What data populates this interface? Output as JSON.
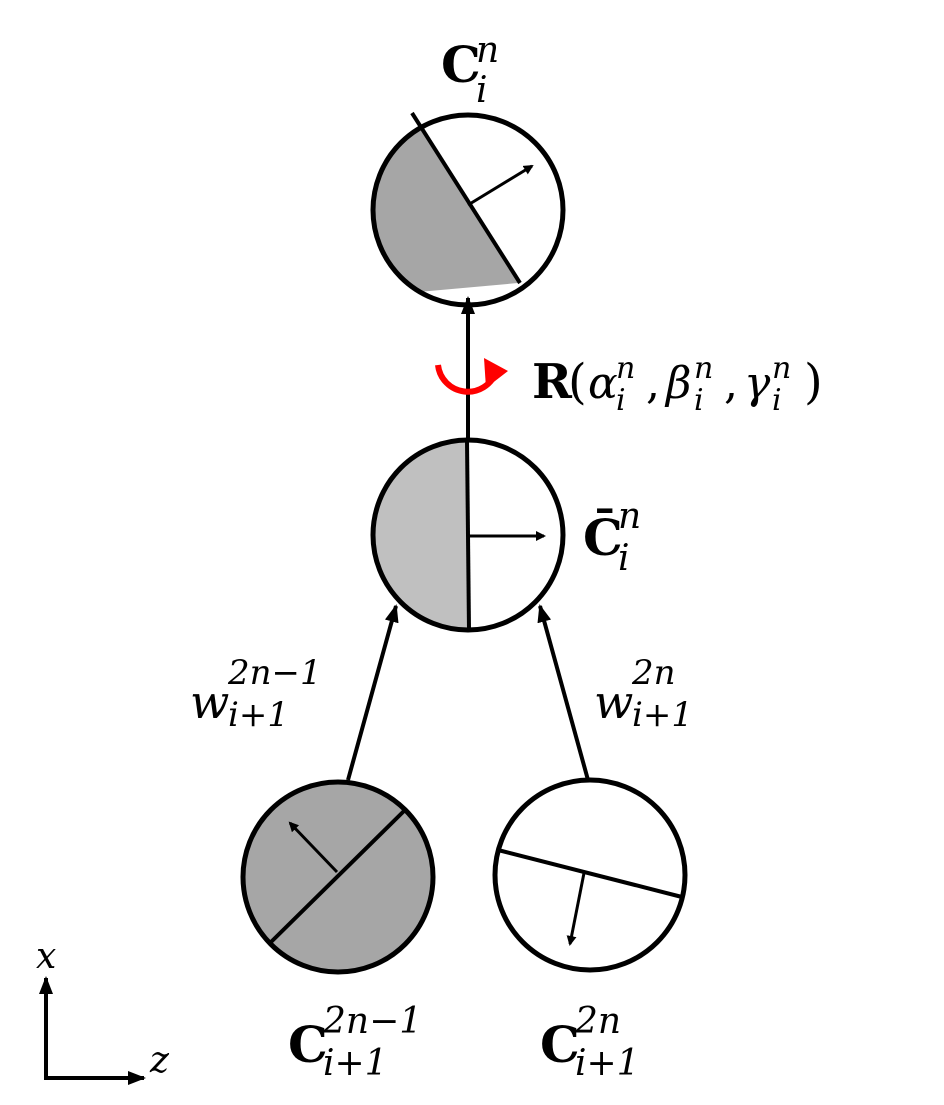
{
  "nodes": {
    "top": {
      "symbol": "C",
      "subscript": "i",
      "superscript": "n",
      "left_fill": "#a6a6a6",
      "right_fill": "#ffffff"
    },
    "middle": {
      "symbol": "C̄",
      "subscript": "i",
      "superscript": "n",
      "left_fill": "#c0c0c0",
      "right_fill": "#ffffff"
    },
    "bottom_left": {
      "symbol": "C",
      "subscript": "i+1",
      "superscript": "2n−1",
      "fill": "#a6a6a6"
    },
    "bottom_right": {
      "symbol": "C",
      "subscript": "i+1",
      "superscript": "2n",
      "fill": "#ffffff"
    }
  },
  "rotation": {
    "symbol": "R",
    "open": "(",
    "alpha": "α",
    "beta": "β",
    "gamma": "γ",
    "sub": "i",
    "sup": "n",
    "comma": ",",
    "close": ")",
    "arrow_color": "#ff0000"
  },
  "weights": {
    "left": {
      "base": "w",
      "subscript": "i+1",
      "superscript": "2n−1"
    },
    "right": {
      "base": "w",
      "subscript": "i+1",
      "superscript": "2n"
    }
  },
  "axes": {
    "vertical": "x",
    "horizontal": "z"
  }
}
